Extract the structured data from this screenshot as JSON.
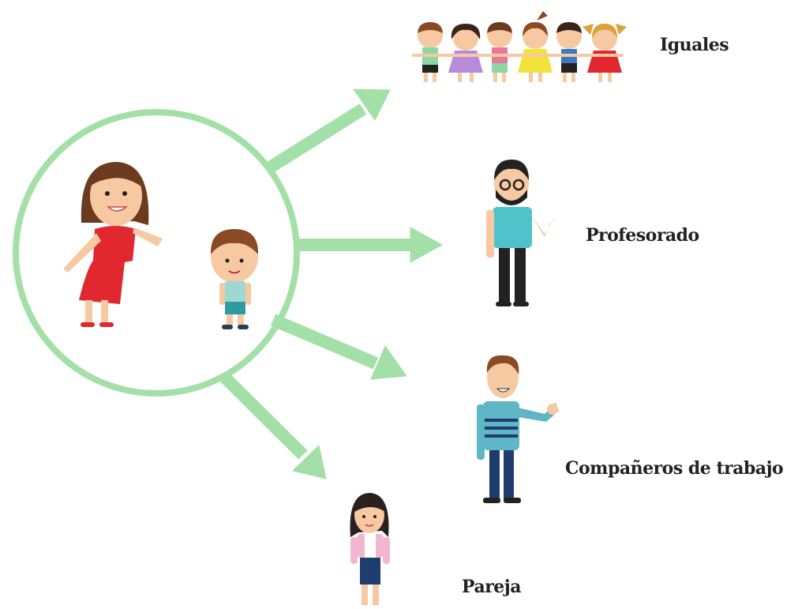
{
  "labels": {
    "iguales": "Iguales",
    "profesorado": "Profesorado",
    "companeros": "Compañeros de trabajo",
    "pareja": "Pareja"
  },
  "colors": {
    "accent": "#9ee0a4",
    "woman_dress": "#e0282e",
    "hair": "#6b3a1f",
    "skin": "#f6c9a2",
    "shirt_teal": "#4fc3c9",
    "pants_dark": "#222222"
  },
  "icons": [
    "children-group-icon",
    "teacher-icon",
    "coworker-icon",
    "partner-icon",
    "mother-icon",
    "child-icon"
  ]
}
